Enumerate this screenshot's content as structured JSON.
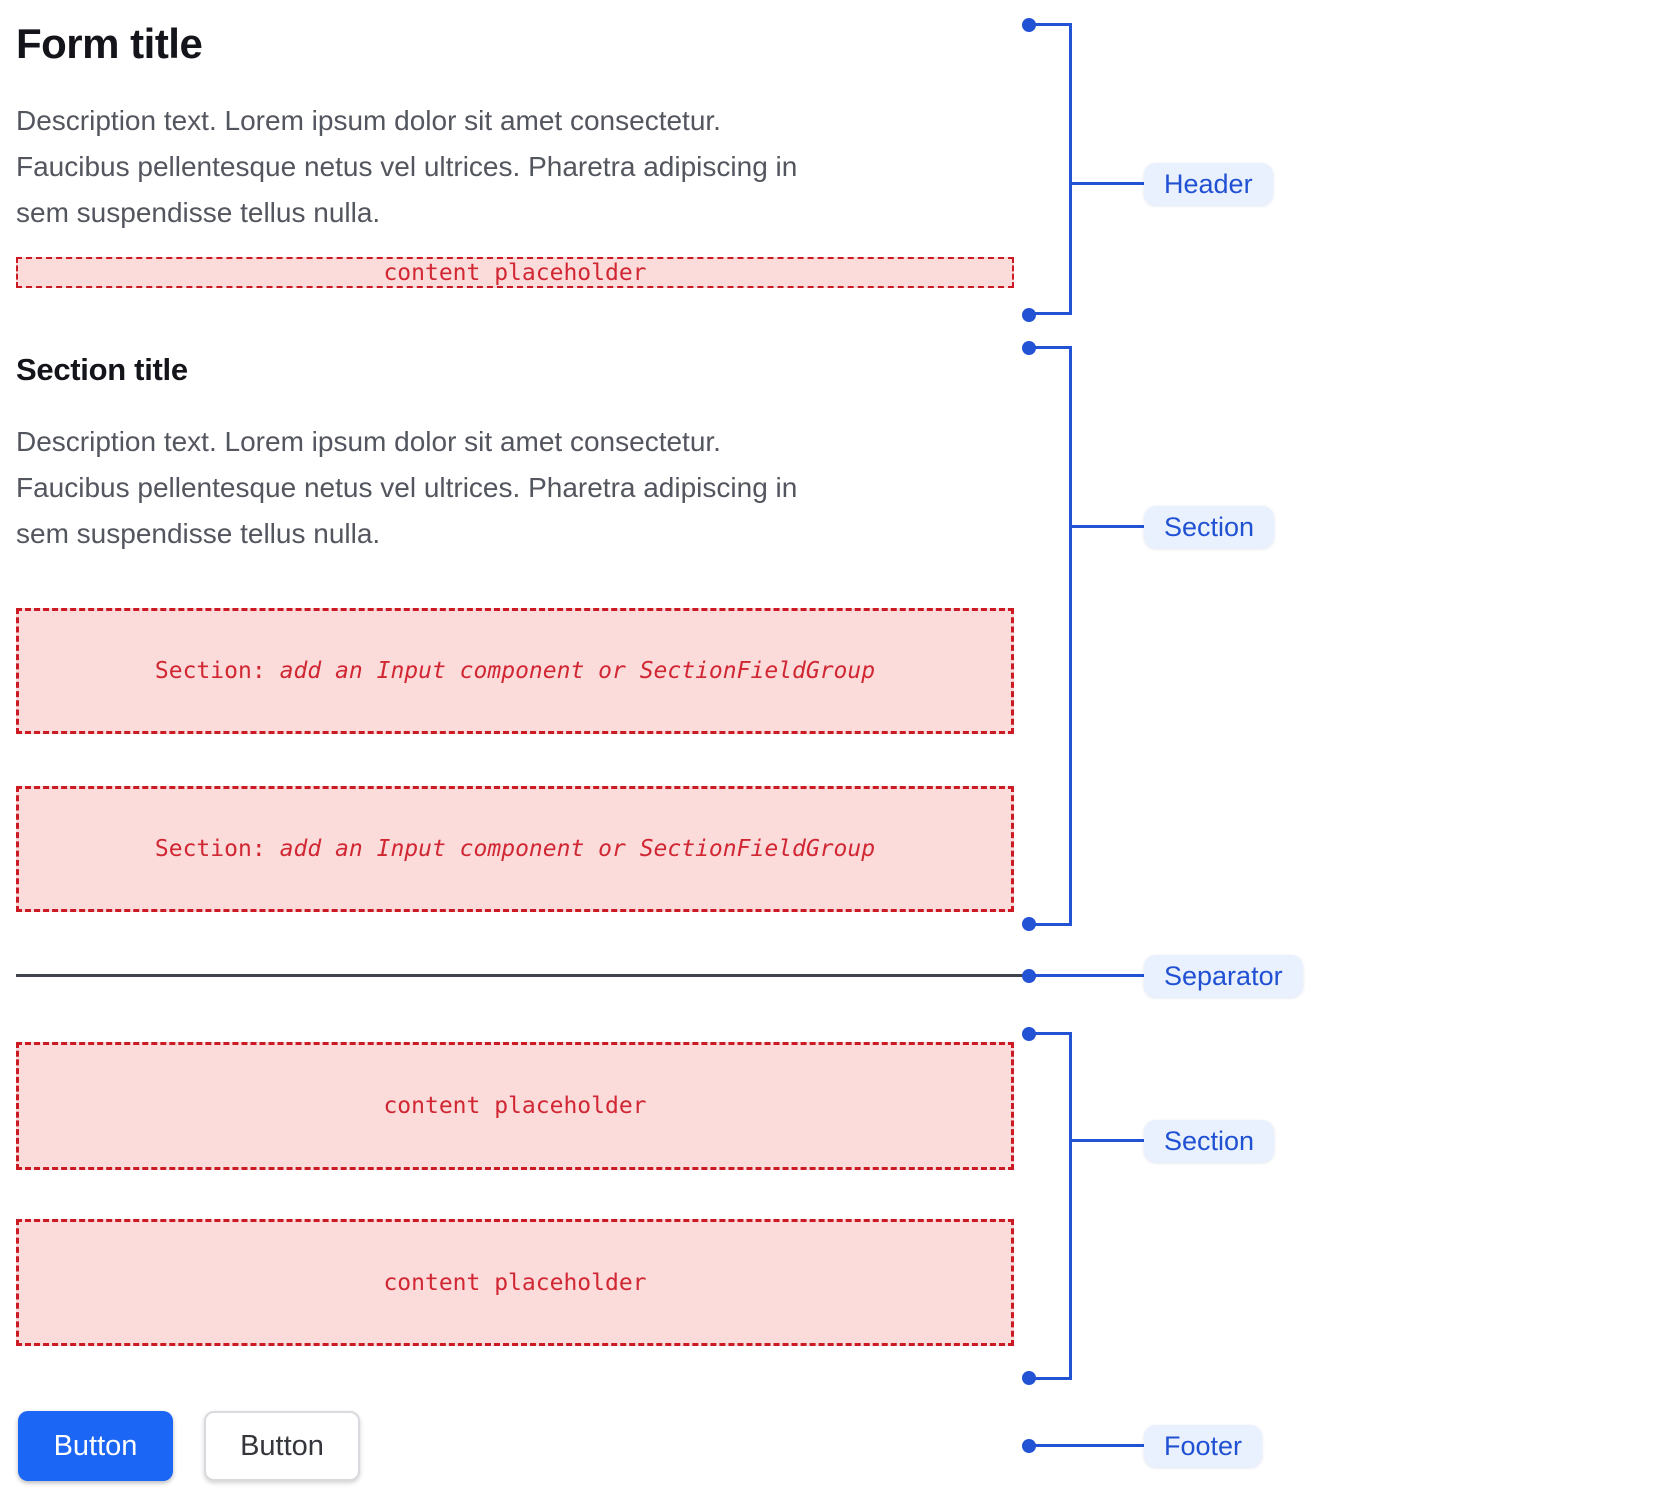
{
  "header": {
    "title": "Form title",
    "description": "Description text. Lorem ipsum dolor sit amet consectetur.\nFaucibus pellentesque netus vel ultrices. Pharetra adipiscing in\nsem suspendisse tellus nulla.",
    "placeholder": "content placeholder"
  },
  "section1": {
    "title": "Section title",
    "description": "Description text. Lorem ipsum dolor sit amet consectetur.\nFaucibus pellentesque netus vel ultrices. Pharetra adipiscing in\nsem suspendisse tellus nulla.",
    "boxes": [
      {
        "prefix": "Section:",
        "detail": "add an Input component or SectionFieldGroup"
      },
      {
        "prefix": "Section:",
        "detail": "add an Input component or SectionFieldGroup"
      }
    ]
  },
  "section2": {
    "boxes": [
      {
        "label": "content placeholder"
      },
      {
        "label": "content placeholder"
      }
    ]
  },
  "footer": {
    "buttons": [
      {
        "label": "Button",
        "variant": "primary"
      },
      {
        "label": "Button",
        "variant": "secondary"
      }
    ]
  },
  "annotations": {
    "header_label": "Header",
    "section1_label": "Section",
    "separator_label": "Separator",
    "section2_label": "Section",
    "footer_label": "Footer"
  },
  "colors": {
    "annotation_blue": "#2253d4",
    "label_pill_bg": "#eaf1fe",
    "primary_button_blue": "#1b66f4",
    "placeholder_red_text": "#d02733",
    "placeholder_pink_bg": "#fcdbdb",
    "placeholder_red_border": "#cb1a24",
    "separator_gray": "#3f434b"
  }
}
